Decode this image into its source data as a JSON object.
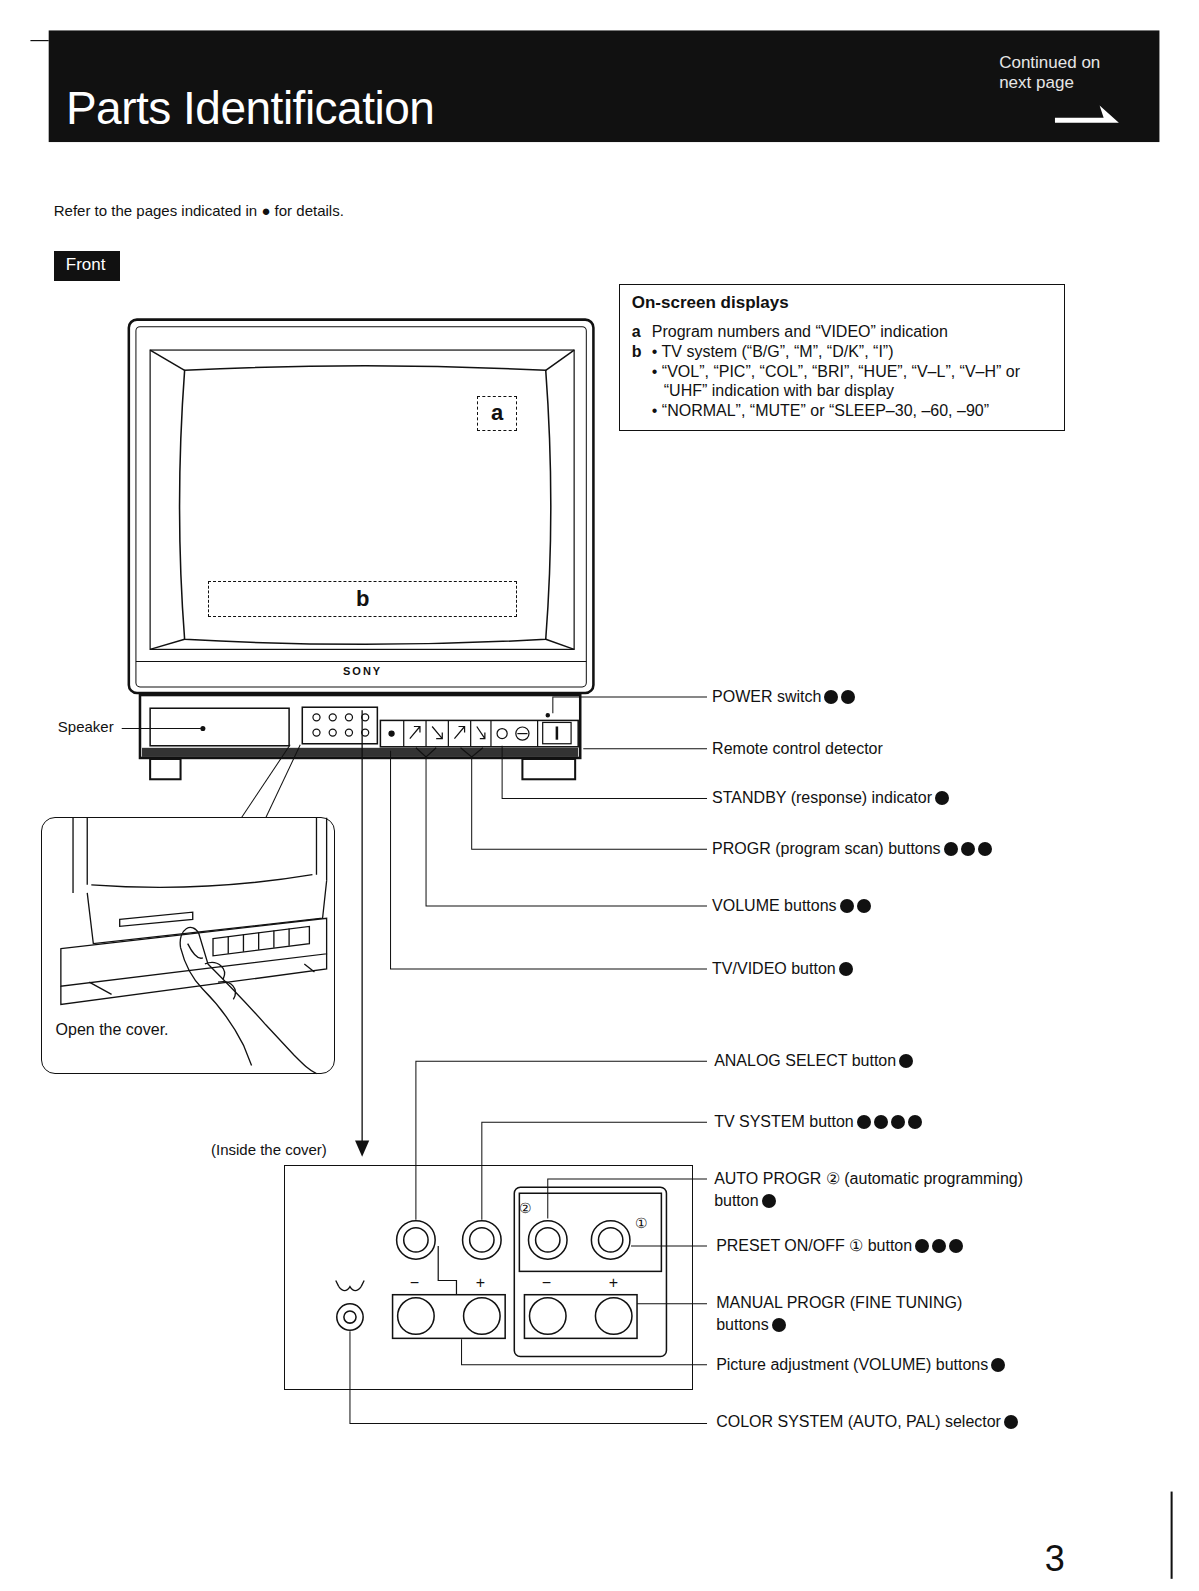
{
  "diagram": {
    "title": "Parts Identification",
    "nodes": [
      {
        "text": [
          "Front"
        ]
      },
      {
        "text": [
          "On-screen displays",
          "a",
          "Program numbers and “VIDEO” indication",
          "b",
          "• TV system (“B/G”, “M”, “D/K”, “I”)",
          "• “VOL”, “PIC”, “COL”, “BRI”, “HUE”, “V–L”, “V–H” or “UHF” indication with bar display",
          "• “NORMAL”, “MUTE” or “SLEEP–30, –60, –90”"
        ]
      },
      {
        "text": [
          "a"
        ]
      },
      {
        "text": [
          "b"
        ]
      },
      {
        "text": [
          "Open the cover."
        ]
      },
      {
        "text": [
          "(Inside the cover)"
        ]
      }
    ],
    "labels": [
      "Continued on next page",
      "Refer to the pages indicated in ● for details.",
      "SONY",
      "Speaker",
      "POWER switch",
      "Remote control detector",
      "STANDBY (response) indicator",
      "PROGR (program scan) buttons",
      "VOLUME buttons",
      "TV/VIDEO button",
      "ANALOG SELECT button",
      "TV SYSTEM button",
      "AUTO PROGR ② (automatic programming) button",
      "PRESET ON/OFF ① button",
      "MANUAL PROGR (FINE TUNING) buttons",
      "Picture adjustment (VOLUME) buttons",
      "COLOR SYSTEM (AUTO, PAL) selector",
      "②",
      "①",
      "−",
      "+",
      "−",
      "+",
      "3"
    ]
  }
}
